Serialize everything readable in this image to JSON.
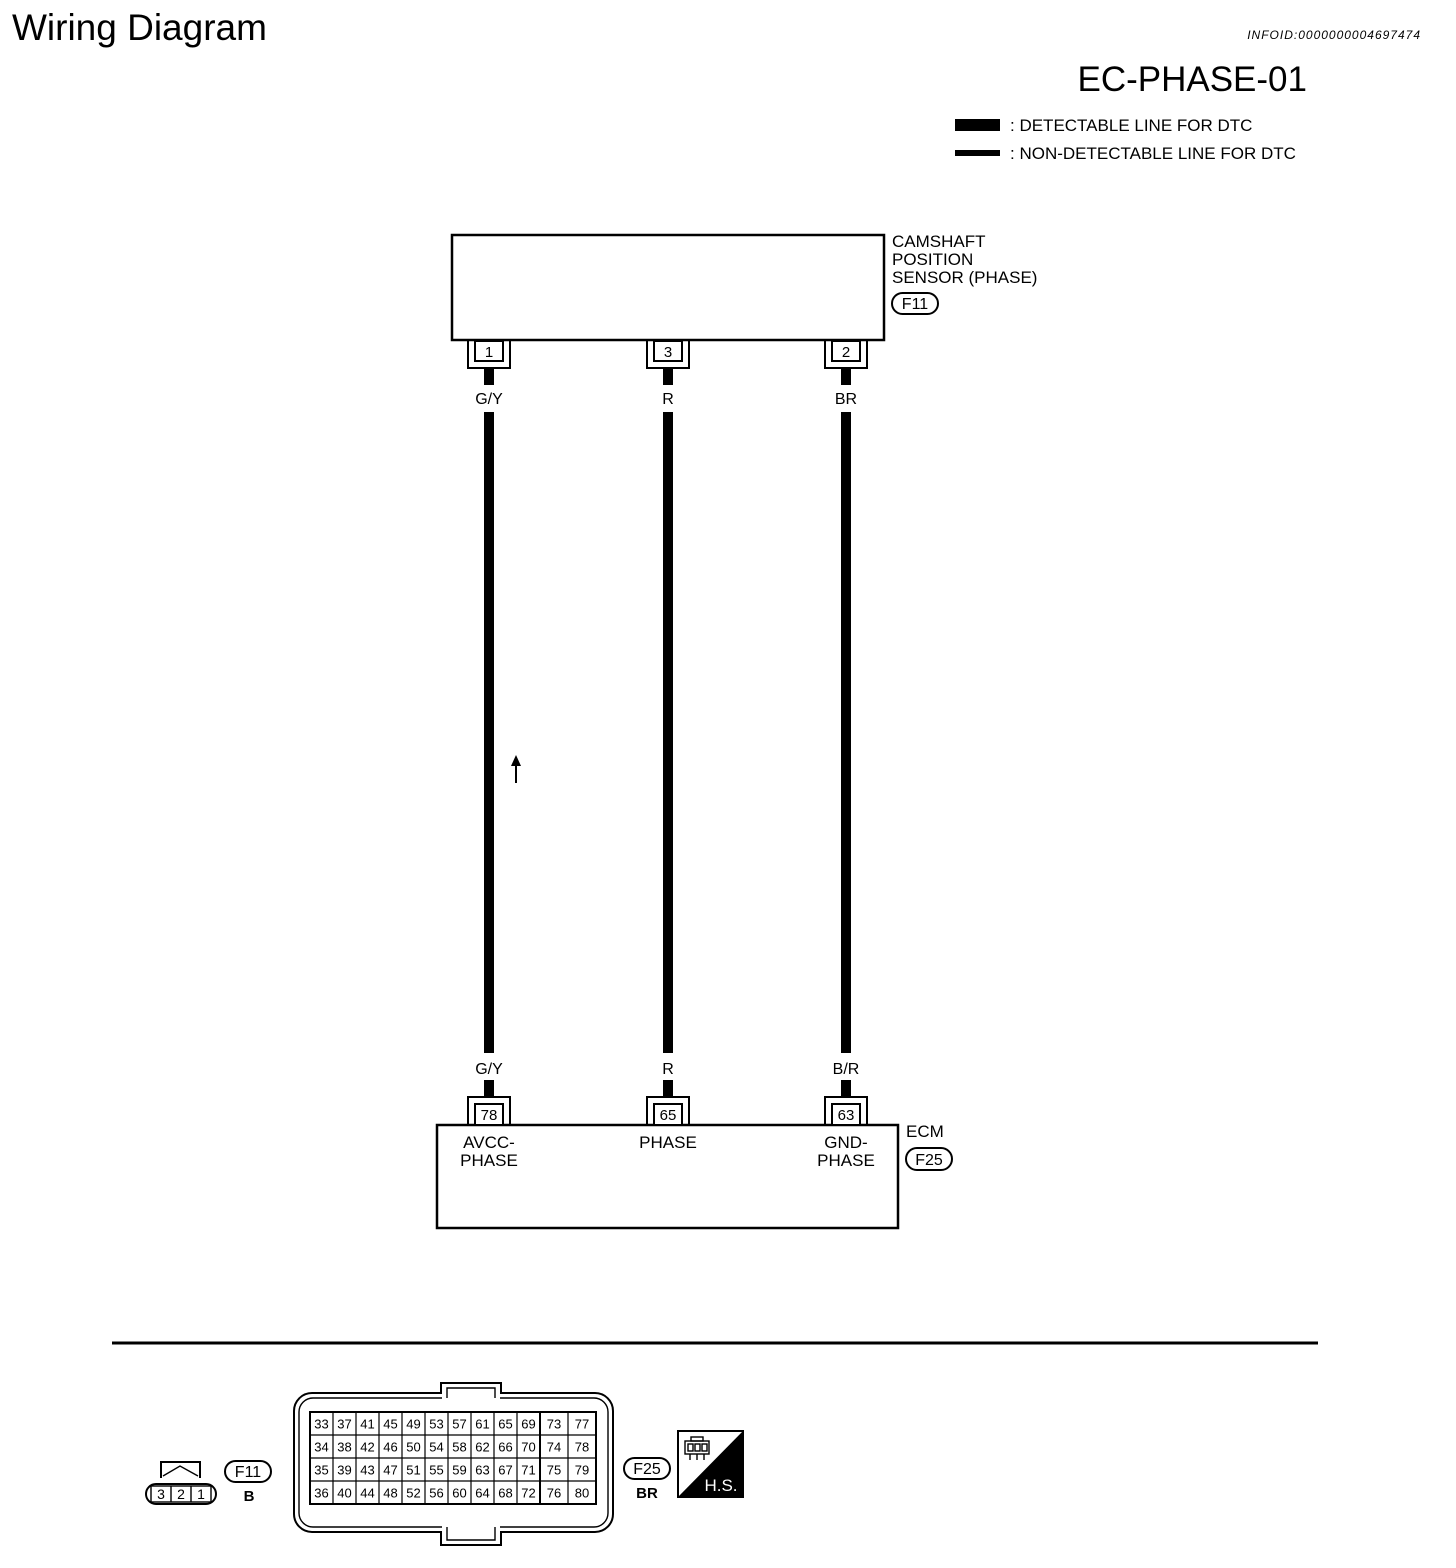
{
  "header": {
    "title": "Wiring Diagram",
    "info_id": "INFOID:0000000004697474",
    "diagram_code": "EC-PHASE-01"
  },
  "legend": [
    ": DETECTABLE LINE FOR DTC",
    ": NON-DETECTABLE LINE FOR DTC"
  ],
  "sensor": {
    "name_lines": [
      "CAMSHAFT",
      "POSITION",
      "SENSOR (PHASE)"
    ],
    "connector": "F11"
  },
  "ecm": {
    "name": "ECM",
    "connector": "F25"
  },
  "circuits": [
    {
      "sensor_pin": "1",
      "sensor_wire": "G/Y",
      "ecm_wire": "G/Y",
      "ecm_pin": "78",
      "ecm_terminal": [
        "AVCC-",
        "PHASE"
      ]
    },
    {
      "sensor_pin": "3",
      "sensor_wire": "R",
      "ecm_wire": "R",
      "ecm_pin": "65",
      "ecm_terminal": [
        "PHASE"
      ]
    },
    {
      "sensor_pin": "2",
      "sensor_wire": "BR",
      "ecm_wire": "B/R",
      "ecm_pin": "63",
      "ecm_terminal": [
        "GND-",
        "PHASE"
      ]
    }
  ],
  "connector_views": {
    "sensor_connector": {
      "id": "F11",
      "housing_color": "B",
      "pins": [
        "3",
        "2",
        "1"
      ]
    },
    "ecm_connector": {
      "id": "F25",
      "housing_color": "BR",
      "pin_rows": [
        [
          "33",
          "37",
          "41",
          "45",
          "49",
          "53",
          "57",
          "61",
          "65",
          "69",
          "73",
          "77"
        ],
        [
          "34",
          "38",
          "42",
          "46",
          "50",
          "54",
          "58",
          "62",
          "66",
          "70",
          "74",
          "78"
        ],
        [
          "35",
          "39",
          "43",
          "47",
          "51",
          "55",
          "59",
          "63",
          "67",
          "71",
          "75",
          "79"
        ],
        [
          "36",
          "40",
          "44",
          "48",
          "52",
          "56",
          "60",
          "64",
          "68",
          "72",
          "76",
          "80"
        ]
      ]
    },
    "harness_side_label": "H.S."
  },
  "icons": {
    "signal_direction": "up-arrow-icon",
    "harness_side": "harness-side-connector-icon"
  }
}
